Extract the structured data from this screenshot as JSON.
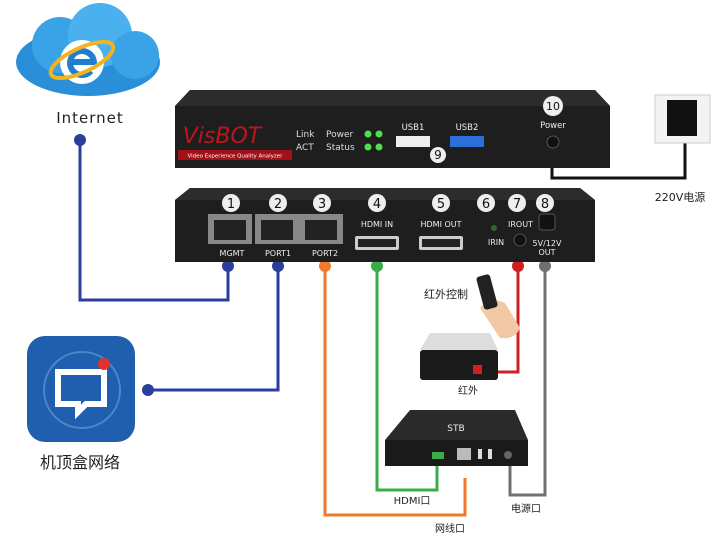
{
  "internet": {
    "label": "Internet"
  },
  "app": {
    "label": "机顶盒网络"
  },
  "power_source": {
    "label": "220V电源"
  },
  "front_panel": {
    "brand": "VisBOT",
    "tagline": "Video Experience Quality Analyzer",
    "led_labels": [
      "Link",
      "Power",
      "ACT",
      "Status"
    ],
    "usb1": "USB1",
    "usb2": "USB2",
    "power": "Power",
    "num_usb": "9",
    "num_power": "10"
  },
  "back_panel": {
    "ports": [
      {
        "num": "1",
        "label": "MGMT"
      },
      {
        "num": "2",
        "label": "PORT1"
      },
      {
        "num": "3",
        "label": "PORT2"
      },
      {
        "num": "4",
        "label": "HDMI IN"
      },
      {
        "num": "5",
        "label": "HDMI OUT"
      },
      {
        "num": "6",
        "label": "IRIN"
      },
      {
        "num": "7",
        "label": "IROUT"
      },
      {
        "num": "8",
        "label": "5V/12V",
        "label2": "OUT"
      }
    ]
  },
  "ir_control": {
    "label": "红外控制"
  },
  "ir_box": {
    "label": "红外"
  },
  "stb": {
    "label": "STB",
    "hdmi": "HDMI口",
    "lan": "网线口",
    "power": "电源口"
  },
  "colors": {
    "mgmt": "#2a3f9a",
    "port2": "#f07a2a",
    "hdmi": "#3aad4a",
    "ir": "#d02020",
    "power_out": "#707070",
    "device": "#1e1e1e",
    "brand": "#c0141c"
  }
}
